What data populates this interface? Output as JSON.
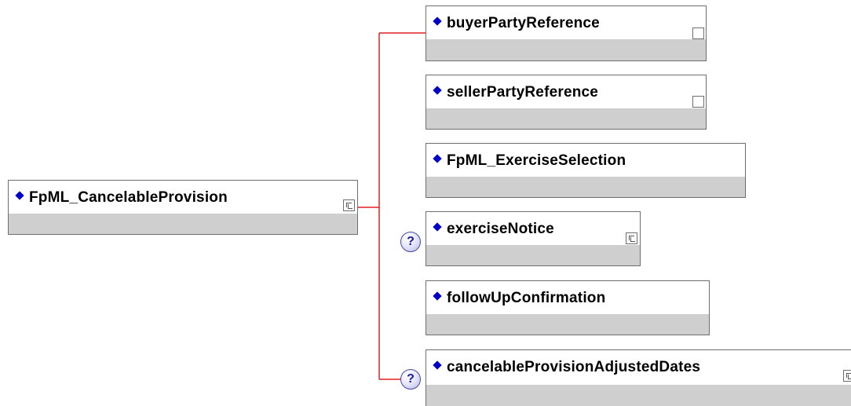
{
  "root": {
    "label": "FpML_CancelableProvision",
    "badge": "sequence-icon"
  },
  "children": [
    {
      "label": "buyerPartyReference",
      "optional": false,
      "badge": "empty-box-icon"
    },
    {
      "label": "sellerPartyReference",
      "optional": false,
      "badge": "empty-box-icon"
    },
    {
      "label": "FpML_ExerciseSelection",
      "optional": false,
      "badge": null
    },
    {
      "label": "exerciseNotice",
      "optional": true,
      "badge": "sequence-icon"
    },
    {
      "label": "followUpConfirmation",
      "optional": false,
      "badge": null
    },
    {
      "label": "cancelableProvisionAdjustedDates",
      "optional": true,
      "badge": "sequence-icon"
    }
  ],
  "optional_marker": "?",
  "colors": {
    "connector": "#e02020",
    "strip": "#cfcfcf",
    "border": "#6e6e6e",
    "diamond": "#0000c8"
  }
}
